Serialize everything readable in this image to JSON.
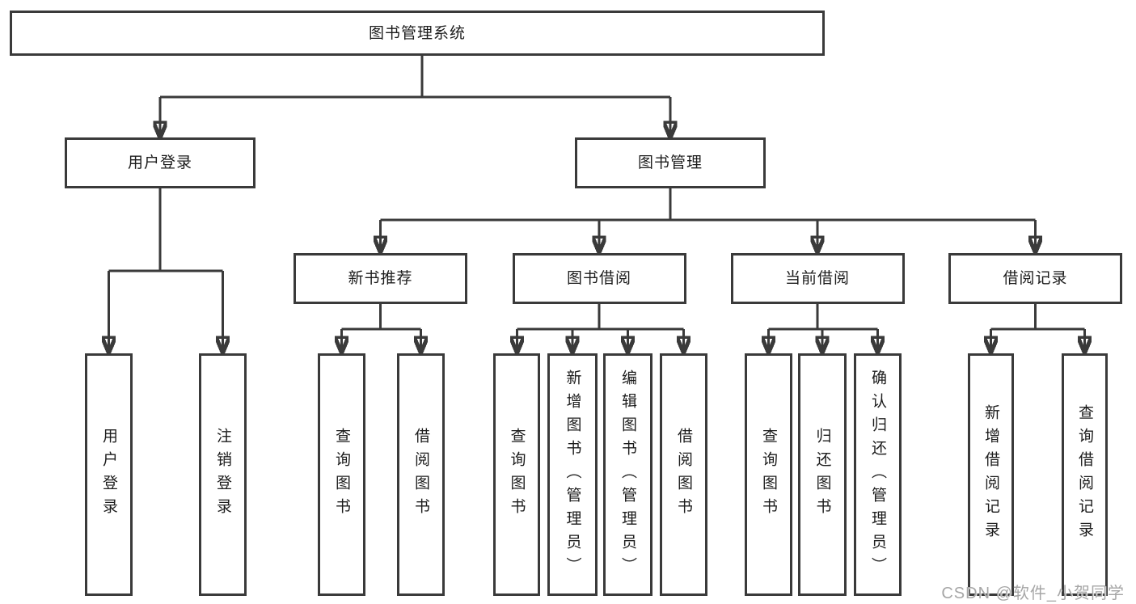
{
  "tree": {
    "label": "图书管理系统",
    "children": [
      {
        "label": "用户登录",
        "children": [
          {
            "label": "用户登录"
          },
          {
            "label": "注销登录"
          }
        ]
      },
      {
        "label": "图书管理",
        "children": [
          {
            "label": "新书推荐",
            "children": [
              {
                "label": "查询图书"
              },
              {
                "label": "借阅图书"
              }
            ]
          },
          {
            "label": "图书借阅",
            "children": [
              {
                "label": "查询图书"
              },
              {
                "label": "新增图书（管理员）"
              },
              {
                "label": "编辑图书（管理员）"
              },
              {
                "label": "借阅图书"
              }
            ]
          },
          {
            "label": "当前借阅",
            "children": [
              {
                "label": "查询图书"
              },
              {
                "label": "归还图书"
              },
              {
                "label": "确认归还（管理员）"
              }
            ]
          },
          {
            "label": "借阅记录",
            "children": [
              {
                "label": "新增借阅记录"
              },
              {
                "label": "查询借阅记录"
              }
            ]
          }
        ]
      }
    ]
  },
  "watermark": {
    "text": "CSDN @软件_小贺同学"
  },
  "colors": {
    "line": "#3a3a3a",
    "text": "#1c1c1c",
    "watermark": "#a6a6a6",
    "background": "#ffffff"
  }
}
